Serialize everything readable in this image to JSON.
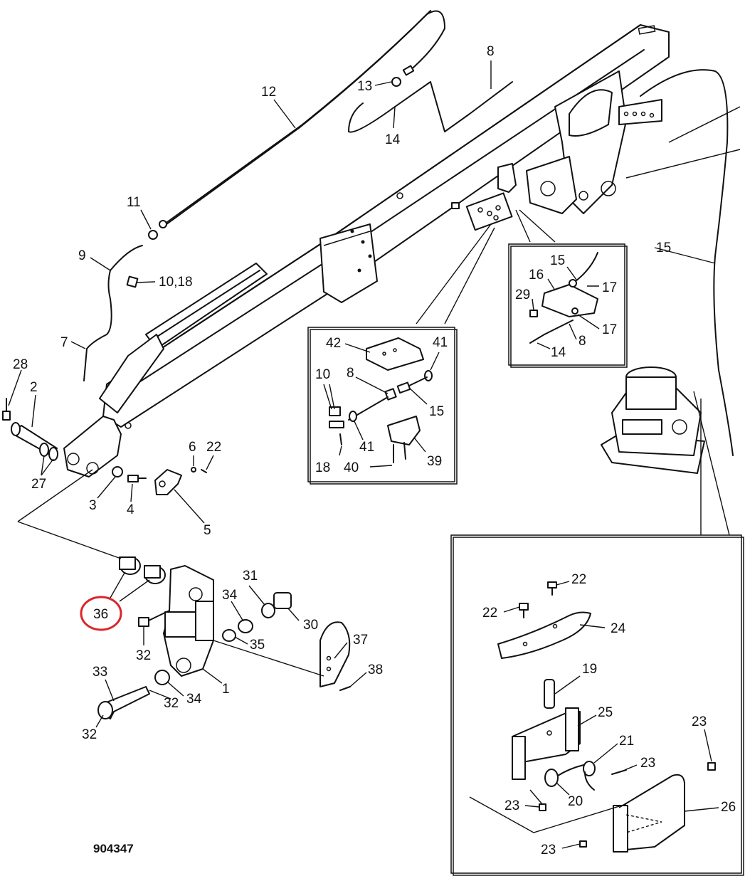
{
  "diagram_id": "904347",
  "highlight": {
    "label": "36",
    "color": "#d9262b"
  },
  "callouts": [
    "1",
    "2",
    "3",
    "4",
    "5",
    "6",
    "7",
    "8",
    "9",
    "10,18",
    "11",
    "12",
    "13",
    "14",
    "15",
    "16",
    "17",
    "18",
    "19",
    "20",
    "21",
    "22",
    "23",
    "24",
    "25",
    "26",
    "27",
    "28",
    "29",
    "30",
    "31",
    "32",
    "33",
    "34",
    "35",
    "36",
    "37",
    "38",
    "39",
    "40",
    "41",
    "42"
  ],
  "insets": {
    "sensor_box": [
      "15",
      "16",
      "17",
      "29",
      "17",
      "8",
      "14"
    ],
    "connector_bracket": [
      "42",
      "41",
      "10",
      "8",
      "15",
      "41",
      "18",
      "40",
      "39"
    ],
    "counterweight_base": [
      "22",
      "22",
      "24",
      "19",
      "25",
      "21",
      "23",
      "23",
      "20",
      "23",
      "26",
      "23"
    ]
  }
}
